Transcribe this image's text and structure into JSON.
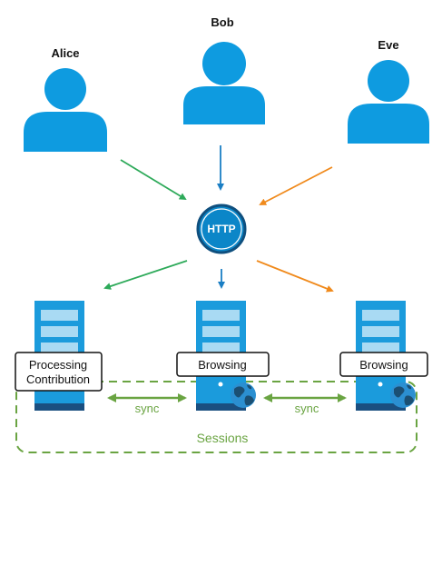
{
  "users": [
    {
      "name": "Alice",
      "icon": "user-icon"
    },
    {
      "name": "Bob",
      "icon": "user-icon"
    },
    {
      "name": "Eve",
      "icon": "user-icon"
    }
  ],
  "hub": {
    "label": "HTTP"
  },
  "servers": [
    {
      "label_line1": "Processing",
      "label_line2": "Contribution",
      "icon": "server-icon"
    },
    {
      "label_line1": "Browsing",
      "label_line2": "",
      "icon": "server-icon"
    },
    {
      "label_line1": "Browsing",
      "label_line2": "",
      "icon": "server-icon"
    }
  ],
  "sync_labels": [
    "sync",
    "sync"
  ],
  "sessions_label": "Sessions",
  "colors": {
    "user_fill": "#0e9be0",
    "hub_fill": "#0b86c8",
    "hub_ring": "#0f4f7e",
    "server_fill": "#1b9bdc",
    "server_slot": "#a9daf3",
    "server_base": "#1a4f80",
    "arrow_alice": "#2eaa5a",
    "arrow_bob": "#1a7ec4",
    "arrow_eve": "#f08a1c",
    "sync_green": "#6aa442",
    "globe_water": "#2b8fd1",
    "globe_land": "#1b4f73"
  }
}
